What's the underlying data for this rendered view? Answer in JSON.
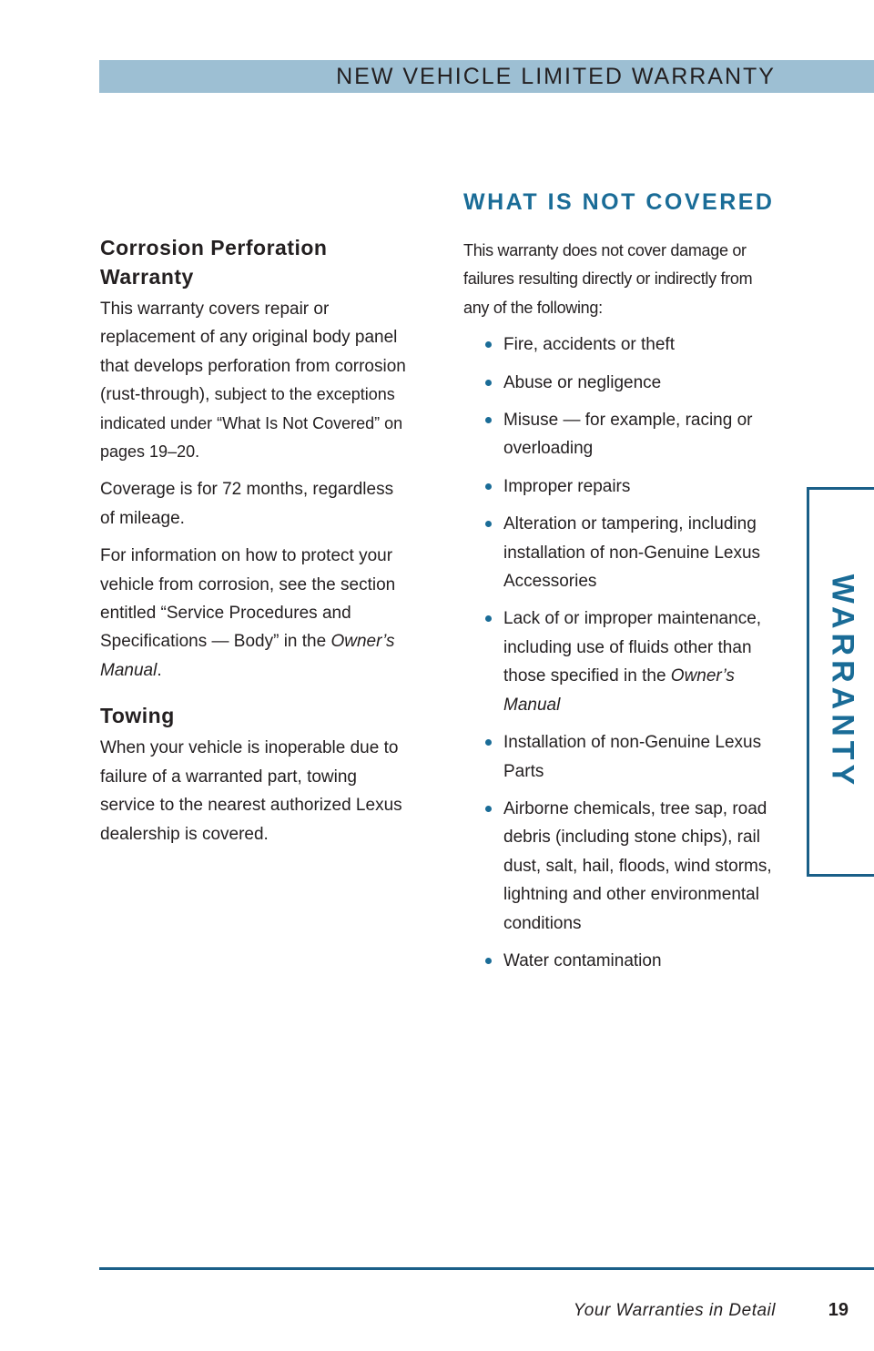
{
  "header": {
    "title": "NEW VEHICLE LIMITED WARRANTY"
  },
  "corrosion": {
    "heading": "Corrosion Perforation Warranty",
    "p1_main": "This warranty covers repair or replacement of any original body panel that develops perforation from corrosion (rust-through), ",
    "p1_small": "subject to the exceptions indicated under “What Is Not Covered” on pages 19–20.",
    "p2": "Coverage is for 72 months, regardless of mileage.",
    "p3_main": "For information on how to protect your vehicle from corrosion, see the section entitled “Service Procedures and Specifications — Body” in the ",
    "p3_italic": "Owner’s Manual",
    "p3_end": "."
  },
  "towing": {
    "heading": "Towing",
    "text": "When your vehicle is inoperable due to failure of a warranted part, towing service to the nearest authorized Lexus dealership is covered."
  },
  "not_covered": {
    "heading": "WHAT IS NOT COVERED",
    "intro": "This warranty does not cover damage or failures resulting directly or indirectly from any of the following:",
    "items": [
      "Fire, accidents or theft",
      "Abuse or negligence",
      "Misuse — for example, racing or overloading",
      "Improper repairs",
      "Alteration or tampering, including installation of non-Genuine Lexus Accessories",
      "Lack of or improper maintenance, including use of fluids other than those specified in the ",
      "Installation of non-Genuine Lexus Parts",
      "Airborne chemicals, tree sap, road debris (including stone chips), rail dust, salt, hail, floods, wind storms, lightning and other environmental conditions",
      "Water contamination"
    ],
    "item6_italic": "Owner’s Manual"
  },
  "side_tab": {
    "label": "WARRANTY"
  },
  "footer": {
    "title": "Your Warranties in Detail",
    "page_number": "19"
  },
  "colors": {
    "header_bar": "#9dbfd3",
    "accent_blue": "#1a6c97",
    "rule_blue": "#1a5f88",
    "text": "#231f20"
  }
}
